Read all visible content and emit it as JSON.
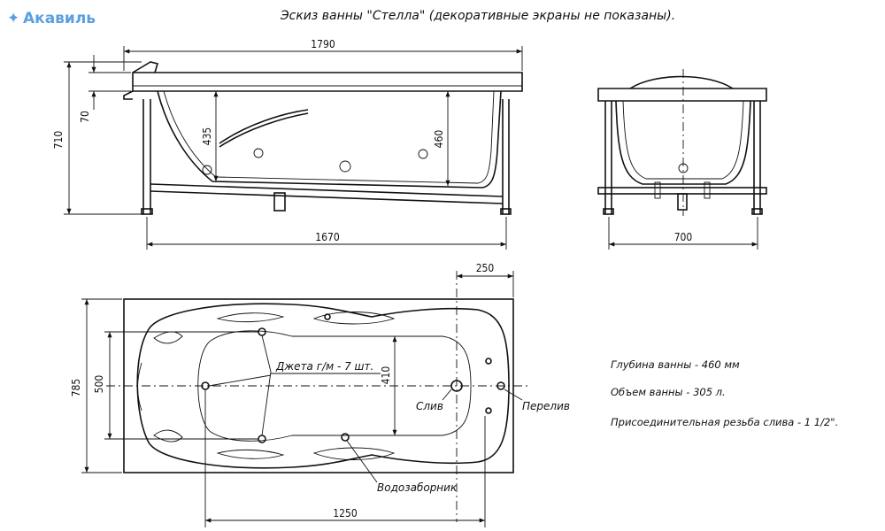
{
  "watermark": "Акавиль",
  "title": "Эскиз ванны \"Стелла\" (декоративные экраны не показаны).",
  "dimensions": {
    "overall_length": "1790",
    "leg_span": "1670",
    "height_total": "710",
    "rim_height": "70",
    "depth_left": "435",
    "depth_right": "460",
    "end_width": "700",
    "drain_offset": "250",
    "width_total": "785",
    "inner_width": "500",
    "inner_depth": "410",
    "inner_length": "1250"
  },
  "labels": {
    "jets": "Джета г/м - 7 шт.",
    "drain": "Слив",
    "overflow": "Перелив",
    "water_intake": "Водозаборник"
  },
  "specs": [
    "Глубина ванны - 460 мм",
    "Объем ванны - 305 л.",
    "Присоединительная резьба слива - 1 1/2\"."
  ]
}
